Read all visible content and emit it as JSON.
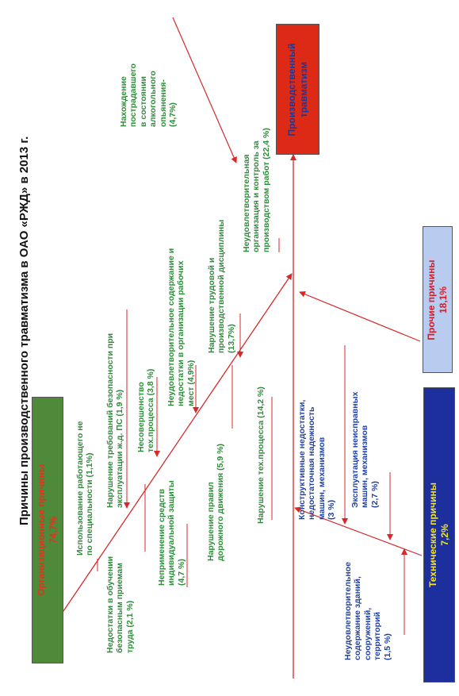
{
  "title": "Причины производственного травматизма в ОАО «РЖД» в 2013 г.",
  "boxes": {
    "org": "Организационные причины\n74,7%",
    "tech": "Технические причины\n7,2%",
    "other": "Прочие причины\n18,1%",
    "result": "Производственный\nтравматизм"
  },
  "org_causes": [
    "Использование работающего не\nпо специальности (1,1%)",
    "Нарушение требований безопасности при\nэксплуатации ж.д. ПС (1,9 %)",
    "Несовершенство\nтех.процесса (3,8 %)",
    "Неудовлетворительное содержание и\nнедостатки в организации рабочих\nмест (4,9%)",
    "Нарушение трудовой и\nпроизводственной дисциплины\n(13,7%)",
    "Неудовлетворительная\nорганизация и контроль за\nпроизводством работ (22,4 %)",
    "Нахождение\nпострадавшего\nв состоянии\nалкогольного\nопьянения-\n(4,7%)",
    "Недостатки в обучении\nбезопасным приемам\nтруда (2,1 %)",
    "Неприменение средств\nиндивидуальной защиты\n(4,7 %)",
    "Нарушение правил\nдорожного движения (5,9 %)",
    "Нарушение тех.процесса (14,2 %)"
  ],
  "tech_causes": [
    "Конструктивные недостатки,\nнедостаточная надежность\nмашин, механизмов\n(3 %)",
    "Эксплуатация неисправных\nмашин, механизмов\n(2,7 %)",
    "Неудовлетворительное\nсодержание зданий,\nсооружений,\nтерриторий\n(1,5 %)"
  ],
  "colors": {
    "arrow": "#d42a2a",
    "org_box": "#4e8a3a",
    "org_text": "#e1331f",
    "tech_box": "#1d2f9c",
    "tech_text": "#f3e52a",
    "other_box": "#b9cbef",
    "other_text": "#d0202a",
    "result_box": "#dd2a17",
    "result_text": "#1a3a9a"
  }
}
